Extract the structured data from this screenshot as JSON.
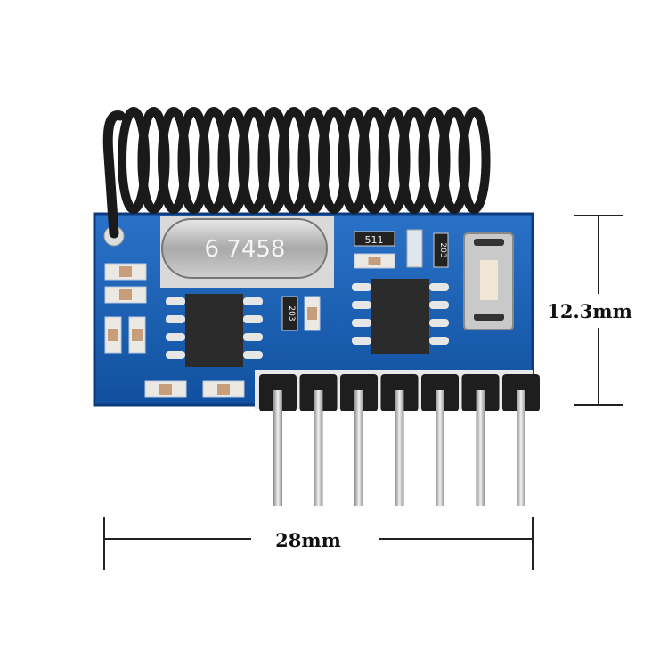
{
  "product": {
    "crystal_marking": "6 7458",
    "resistor_markings": [
      "511",
      "203",
      "203"
    ],
    "header_pin_count": 7
  },
  "dimensions": {
    "height_label": "12.3mm",
    "width_label": "28mm"
  },
  "colors": {
    "pcb": "#1a5fb4",
    "pcb_dark": "#0d3f86",
    "antenna": "#1a1a1a",
    "dimension_line": "#222222"
  }
}
